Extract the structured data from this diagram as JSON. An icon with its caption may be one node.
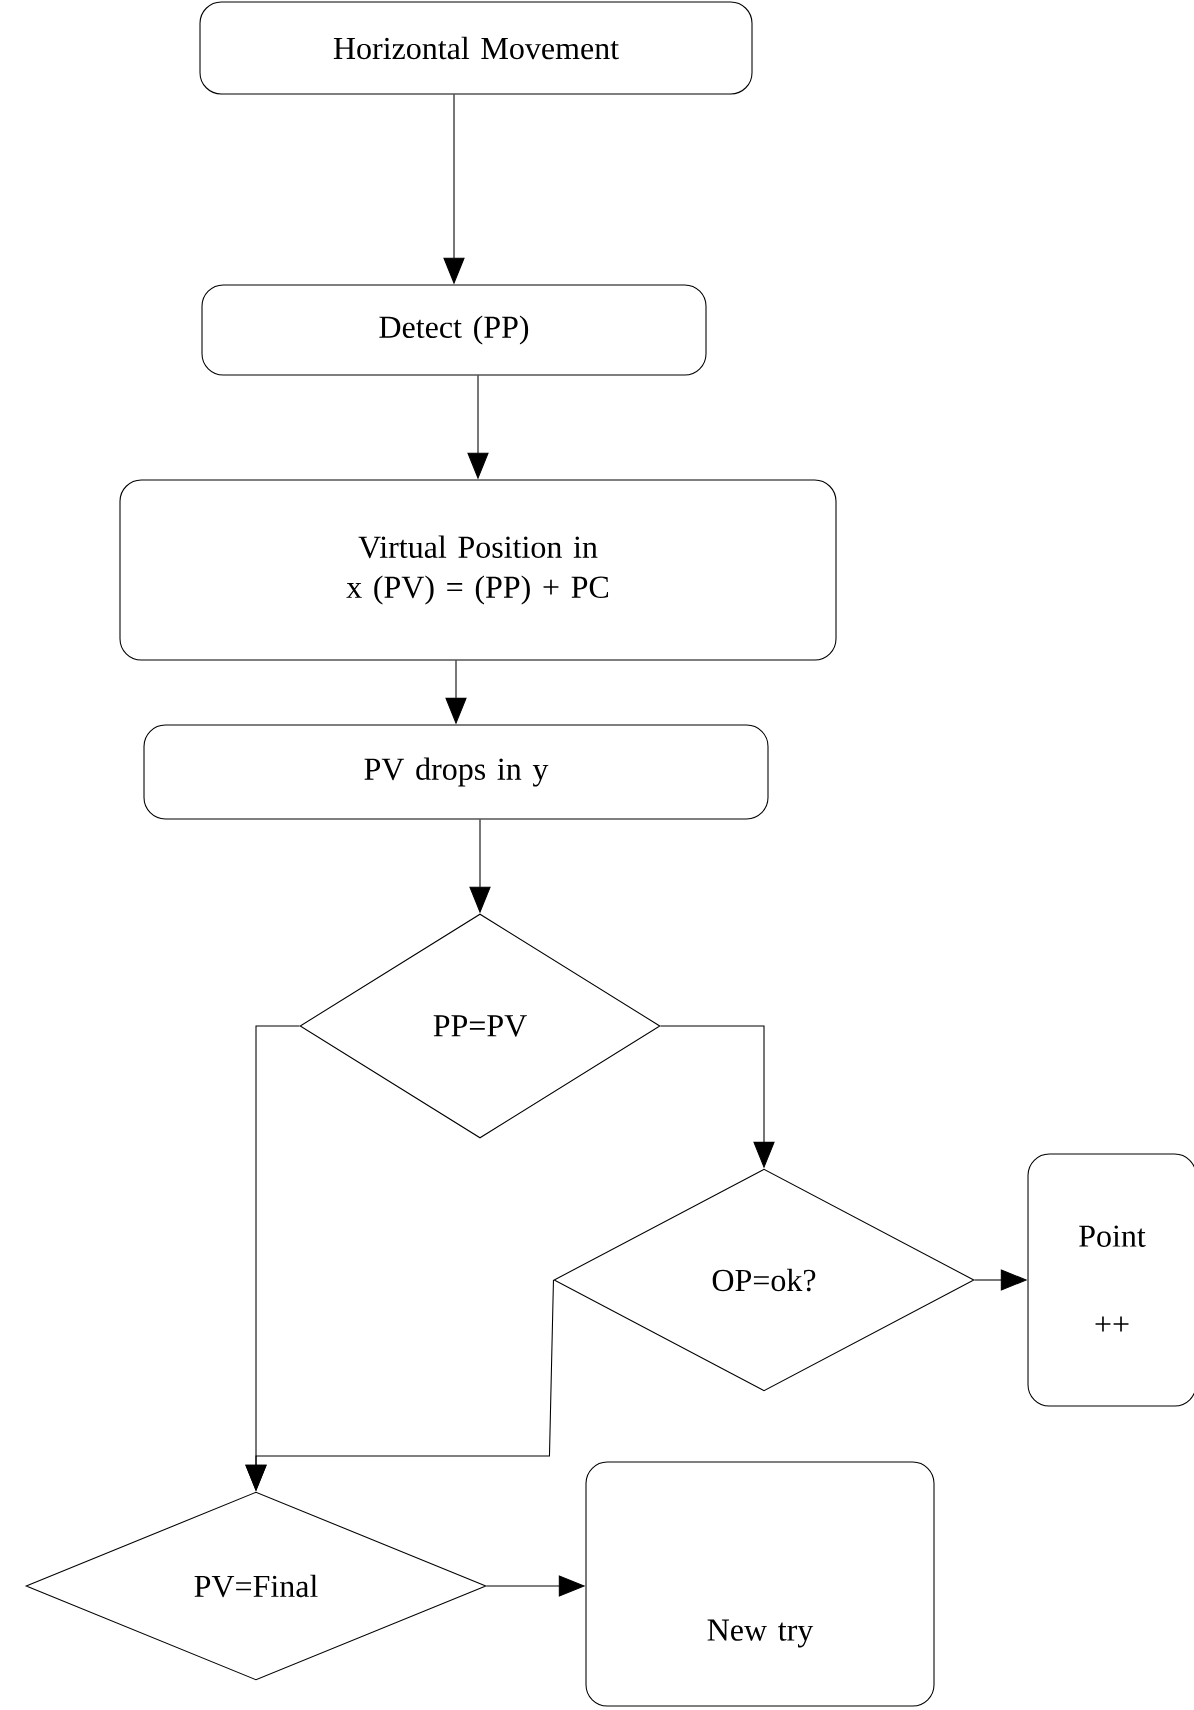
{
  "diagram": {
    "nodes": [
      {
        "text": [
          "Horizontal Movement"
        ]
      },
      {
        "text": [
          "Detect (PP)"
        ]
      },
      {
        "text": [
          "Virtual Position in x (PV) = (PP) + PC"
        ]
      },
      {
        "text": [
          "PV drops in y"
        ]
      },
      {
        "text": [
          "PP=PV"
        ]
      },
      {
        "text": [
          "OP=ok?"
        ]
      },
      {
        "text": [
          "Point",
          "++"
        ]
      },
      {
        "text": [
          "PV=Final"
        ]
      },
      {
        "text": [
          "New try"
        ]
      }
    ],
    "edges": [
      {
        "from": 0,
        "to": 1,
        "arrow": "to"
      },
      {
        "from": 1,
        "to": 2,
        "arrow": "to"
      },
      {
        "from": 2,
        "to": 3,
        "arrow": "to"
      },
      {
        "from": 3,
        "to": 4,
        "arrow": "to"
      },
      {
        "from": 4,
        "to": 5,
        "arrow": "to"
      },
      {
        "from": 5,
        "to": 6,
        "arrow": "to"
      },
      {
        "from": 4,
        "to": 7,
        "arrow": "to"
      },
      {
        "from": 5,
        "to": 7,
        "arrow": "to"
      },
      {
        "from": 7,
        "to": 8,
        "arrow": "to"
      }
    ]
  }
}
